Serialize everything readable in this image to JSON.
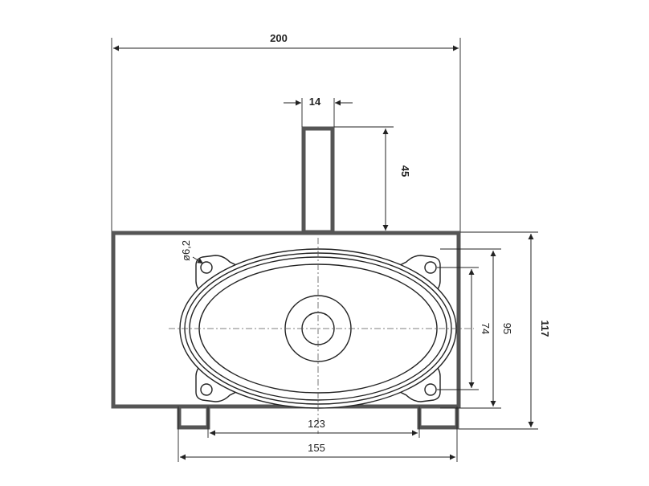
{
  "drawing": {
    "dimensions": {
      "overall_width": "200",
      "port_width": "14",
      "port_length": "45",
      "overall_height": "117",
      "hole_diameter": "ø6,2",
      "hole_spacing_vertical_inner": "74",
      "hole_spacing_vertical_outer": "95",
      "foot_spacing_inner": "123",
      "foot_spacing_outer": "155"
    }
  }
}
